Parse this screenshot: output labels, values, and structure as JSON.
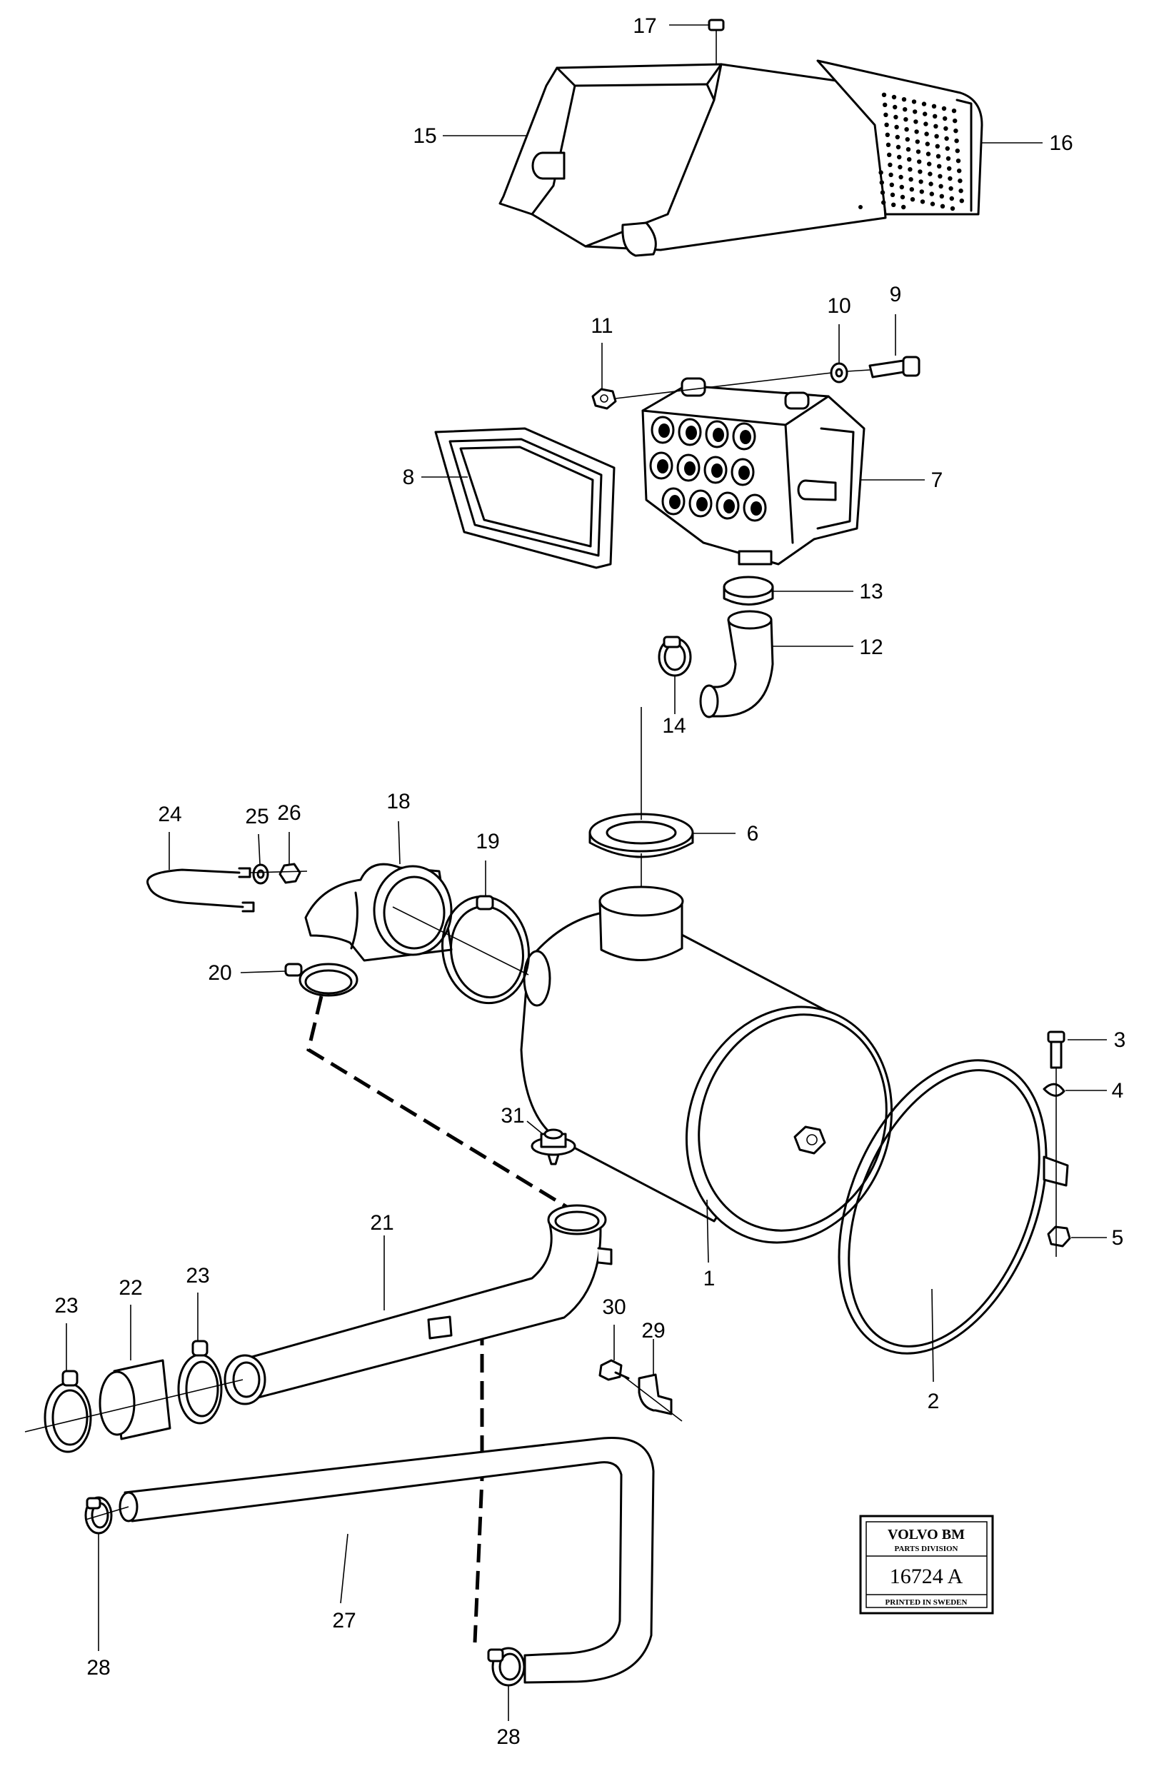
{
  "diagram": {
    "callouts": {
      "p1": "1",
      "p2": "2",
      "p3": "3",
      "p4": "4",
      "p5": "5",
      "p6": "6",
      "p7": "7",
      "p8": "8",
      "p9": "9",
      "p10": "10",
      "p11": "11",
      "p12": "12",
      "p13": "13",
      "p14": "14",
      "p15": "15",
      "p16": "16",
      "p17": "17",
      "p18": "18",
      "p19": "19",
      "p20": "20",
      "p21": "21",
      "p22": "22",
      "p23a": "23",
      "p23b": "23",
      "p24": "24",
      "p25": "25",
      "p26": "26",
      "p27": "27",
      "p28a": "28",
      "p28b": "28",
      "p29": "29",
      "p30": "30",
      "p31": "31"
    },
    "stamp": {
      "brand": "VOLVO BM",
      "division": "PARTS DIVISION",
      "number": "16724 A",
      "printed": "PRINTED IN SWEDEN"
    }
  }
}
